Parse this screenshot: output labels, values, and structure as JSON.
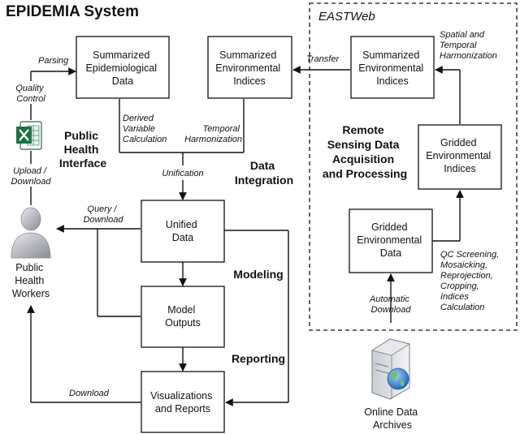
{
  "title": "EPIDEMIA System",
  "eastweb_title": "EASTWeb",
  "boxes": {
    "epi": [
      "Summarized",
      "Epidemiological",
      "Data"
    ],
    "env_left": [
      "Summarized",
      "Environmental",
      "Indices"
    ],
    "env_east": [
      "Summarized",
      "Environmental",
      "Indices"
    ],
    "gridded_indices": [
      "Gridded",
      "Environmental",
      "Indices"
    ],
    "gridded_data": [
      "Gridded",
      "Environmental",
      "Data"
    ],
    "unified": [
      "Unified",
      "Data"
    ],
    "model": [
      "Model",
      "Outputs"
    ],
    "viz": [
      "Visualizations",
      "and Reports"
    ]
  },
  "section_labels": {
    "public_health_interface": [
      "Public",
      "Health",
      "Interface"
    ],
    "data_integration": [
      "Data",
      "Integration"
    ],
    "modeling": "Modeling",
    "reporting": "Reporting",
    "remote_sensing": [
      "Remote",
      "Sensing Data",
      "Acquisition",
      "and Processing"
    ]
  },
  "edge_labels": {
    "parsing": "Parsing",
    "quality_control": [
      "Quality",
      "Control"
    ],
    "upload_download": [
      "Upload /",
      "Download"
    ],
    "derived": [
      "Derived",
      "Variable",
      "Calculation"
    ],
    "temporal": [
      "Temporal",
      "Harmonization"
    ],
    "transfer": "Transfer",
    "spatial": [
      "Spatial and",
      "Temporal",
      "Harmonization"
    ],
    "unification": "Unification",
    "query_download": [
      "Query /",
      "Download"
    ],
    "download": "Download",
    "automatic_download": [
      "Automatic",
      "Download"
    ],
    "qc_steps": [
      "QC Screening,",
      "Mosaicking,",
      "Reprojection,",
      "Cropping,",
      "Indices",
      "Calculation"
    ]
  },
  "nodes": {
    "public_health_workers": [
      "Public",
      "Health",
      "Workers"
    ],
    "online_archives": [
      "Online Data",
      "Archives"
    ]
  },
  "icons": [
    "excel-icon",
    "person-icon",
    "server-globe-icon"
  ]
}
